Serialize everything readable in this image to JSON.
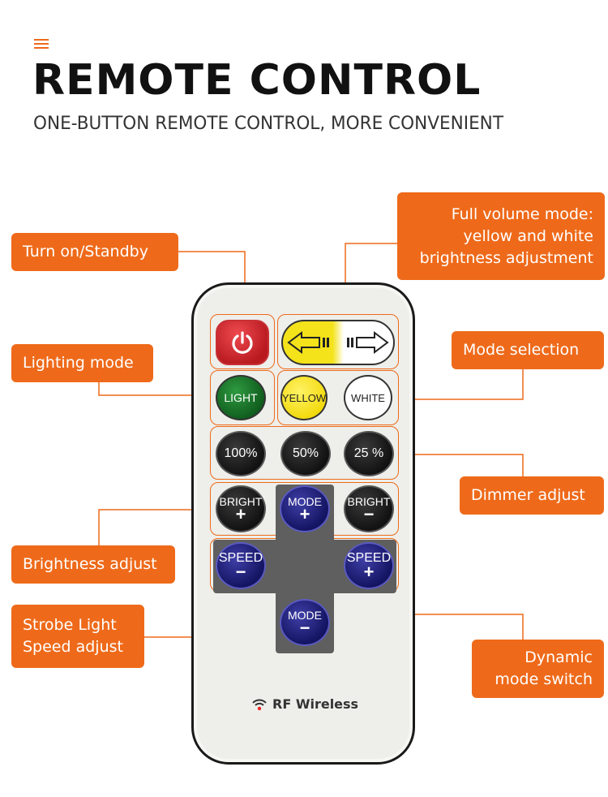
{
  "header": {
    "title": "REMOTE CONTROL",
    "subtitle": "ONE-BUTTON REMOTE CONTROL, MORE CONVENIENT"
  },
  "callouts": {
    "turn_on": "Turn on/Standby",
    "full_volume": [
      "Full volume mode:",
      "yellow and white",
      "brightness adjustment"
    ],
    "lighting_mode": "Lighting mode",
    "mode_selection": "Mode selection",
    "dimmer": "Dimmer adjust",
    "brightness": "Brightness adjust",
    "strobe": [
      "Strobe Light",
      "Speed adjust"
    ],
    "dynamic": [
      "Dynamic",
      "mode switch"
    ]
  },
  "remote": {
    "buttons": {
      "light": "LIGHT",
      "yellow": "YELLOW",
      "white": "WHITE",
      "p100": "100%",
      "p50": "50%",
      "p25": "25 %",
      "bright": "BRIGHT",
      "mode": "MODE",
      "speed": "SPEED",
      "plus": "+",
      "minus": "−"
    },
    "brand": "RF Wireless"
  },
  "colors": {
    "accent": "#ee6a1a",
    "power": "#d8262e",
    "light": "#1e7a2e",
    "yellow": "#f5e21c",
    "white": "#ffffff"
  }
}
